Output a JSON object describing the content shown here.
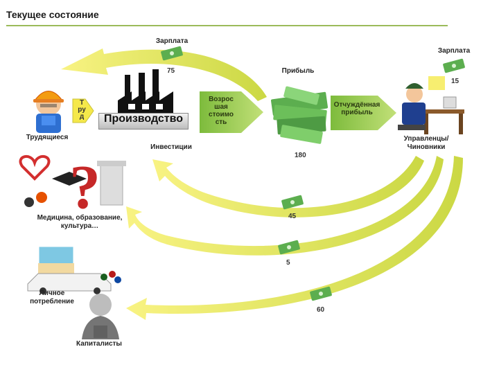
{
  "header": {
    "title": "Текущее состояние"
  },
  "labels": {
    "workers": "Трудящиеся",
    "labor": "Т\nру\nд",
    "production": "Производство",
    "added_value": "Возрос\nшая\nстоимо\nсть",
    "salary_top": "Зарплата",
    "salary_top_value": "75",
    "profit": "Прибыль",
    "profit_value": "180",
    "alienated_profit": "Отчуждённая\nприбыль",
    "salary_right": "Зарплата",
    "salary_right_value": "15",
    "managers": "Управленцы/\nЧиновники",
    "investments": "Инвестиции",
    "investments_value": "45",
    "social": "Медицина, образование,\nкультура…",
    "social_value": "5",
    "personal": "Личное\nпотребление",
    "personal_value": "60",
    "capitalists": "Капиталисты"
  },
  "colors": {
    "accent_rule": "#9bbb59",
    "arrow_green": "#8bc34a",
    "arrow_yellow": "#f5e84a",
    "money_green": "#5cae4f"
  },
  "icons": [
    "worker-icon",
    "factory-icon",
    "money-stack-icon",
    "banknote-icon",
    "manager-icon",
    "medicine-education-icon",
    "question-mark-icon",
    "limousine-icon",
    "capitalist-icon"
  ]
}
